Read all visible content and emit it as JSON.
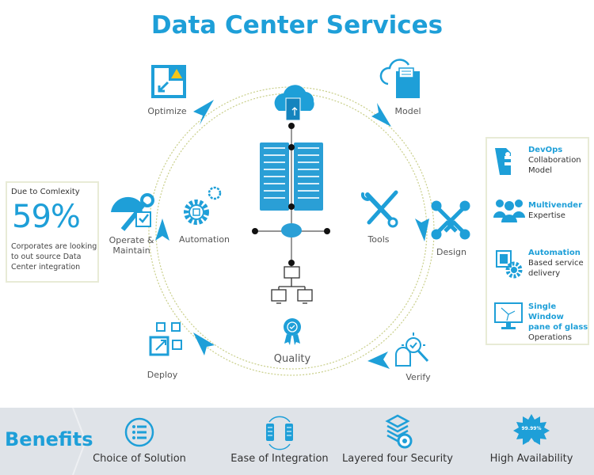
{
  "title": "Data Center Services",
  "cycle": {
    "stages": [
      {
        "id": "optimize",
        "label": "Optimize",
        "icon": "optimize-warning-icon"
      },
      {
        "id": "model",
        "label": "Model",
        "icon": "cloud-folder-icon"
      },
      {
        "id": "design",
        "label": "Design",
        "icon": "joomla-knot-icon"
      },
      {
        "id": "verify",
        "label": "Verify",
        "icon": "magnifier-check-icon"
      },
      {
        "id": "deploy",
        "label": "Deploy",
        "icon": "deploy-arrows-icon"
      },
      {
        "id": "operate",
        "label": "Operate & Maintain",
        "label_line1": "Operate &",
        "label_line2": "Maintain",
        "icon": "hardhat-wrench-icon"
      }
    ],
    "inner": [
      {
        "id": "automation",
        "label": "Automation",
        "icon": "gear-chip-icon"
      },
      {
        "id": "tools",
        "label": "Tools",
        "icon": "wrench-screwdriver-icon"
      },
      {
        "id": "quality",
        "label": "Quality",
        "icon": "quality-badge-icon"
      }
    ],
    "center_icons": [
      "cloud-upload-icon",
      "server-rack-icon",
      "router-icon",
      "network-computers-icon"
    ]
  },
  "stat": {
    "caption": "Due to Comlexity",
    "value": "59%",
    "description": "Corporates are looking to out source Data Center integration"
  },
  "features": [
    {
      "highlight": "DevOps",
      "rest_line1": "Collaboration",
      "rest_line2": "Model",
      "icon": "devops-hand-icon"
    },
    {
      "highlight": "Multivender",
      "rest_line1": "Expertise",
      "rest_line2": "",
      "icon": "people-group-icon"
    },
    {
      "highlight": "Automation",
      "rest_line1": "Based service",
      "rest_line2": "delivery",
      "icon": "chip-gear-icon"
    },
    {
      "highlight": "Single Window",
      "highlight_line2": "pane of glass",
      "rest_line1": "Operations",
      "rest_line2": "",
      "icon": "monitor-network-icon"
    }
  ],
  "benefits": {
    "title": "Benefits",
    "items": [
      {
        "label": "Choice of Solution",
        "icon": "list-circle-icon"
      },
      {
        "label": "Ease of Integration",
        "icon": "servers-sync-icon"
      },
      {
        "label": "Layered four Security",
        "icon": "layers-shield-icon"
      },
      {
        "label": "High Availability",
        "icon": "starburst-badge-icon",
        "badge_text": "99.99%"
      }
    ]
  },
  "colors": {
    "accent": "#1e9fd8",
    "ring": "#c9cf8a",
    "benefits_bg": "#dfe3e8",
    "border": "#e8ebd6"
  }
}
